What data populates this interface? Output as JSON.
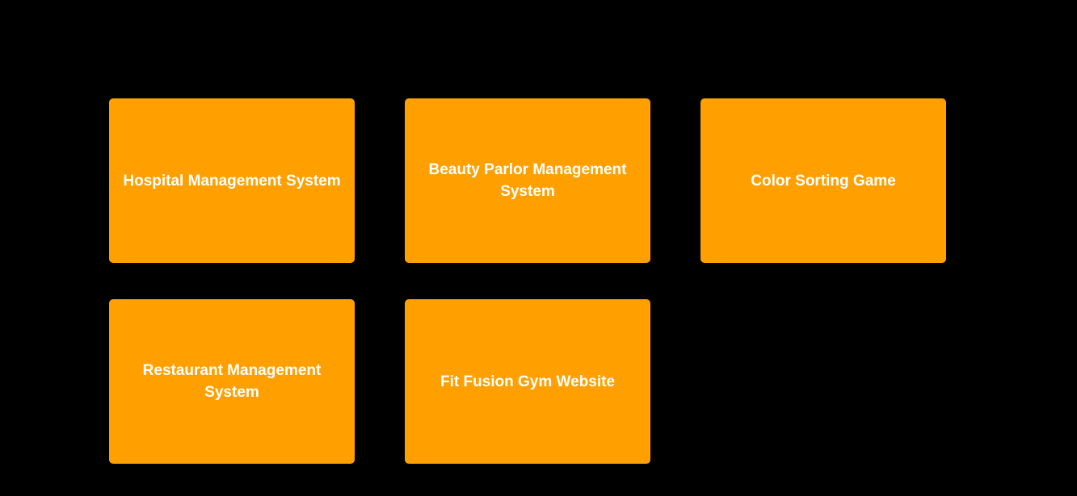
{
  "colors": {
    "background": "#000000",
    "card": "#ffa000",
    "card_text": "#ffffff"
  },
  "projects": [
    {
      "title": "Hospital Management System"
    },
    {
      "title": "Beauty Parlor Management System"
    },
    {
      "title": "Color Sorting Game"
    },
    {
      "title": "Restaurant Management System"
    },
    {
      "title": "Fit Fusion Gym Website"
    }
  ]
}
